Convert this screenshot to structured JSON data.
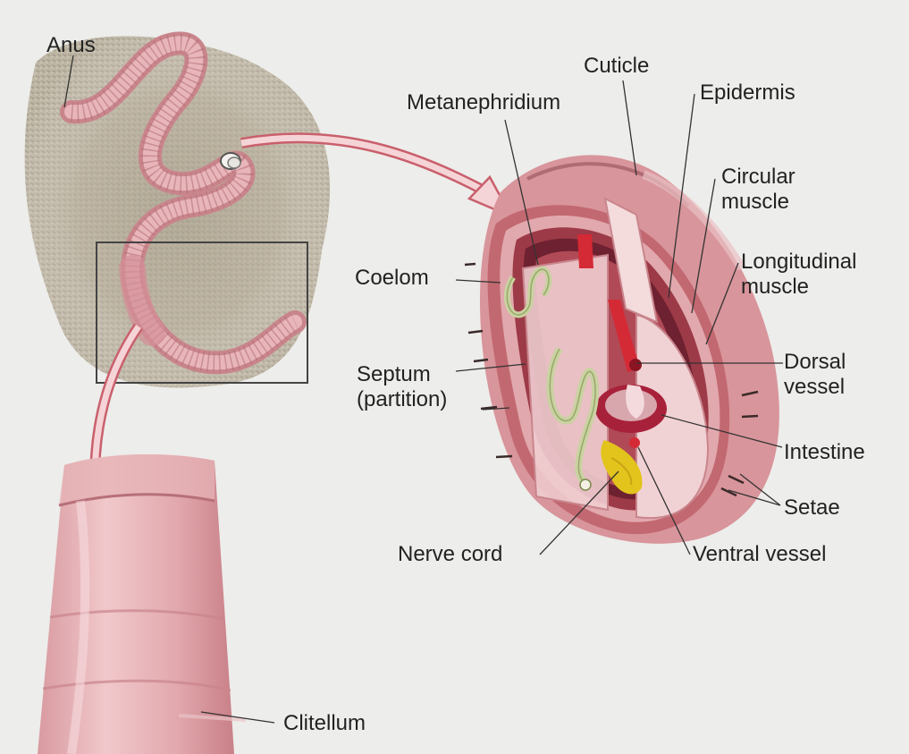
{
  "labels": {
    "anus": "Anus",
    "cuticle": "Cuticle",
    "metanephridium": "Metanephridium",
    "epidermis": "Epidermis",
    "circular_muscle": "Circular\nmuscle",
    "longitudinal_muscle": "Longitudinal\nmuscle",
    "coelom": "Coelom",
    "dorsal_vessel": "Dorsal\nvessel",
    "septum": "Septum\n(partition)",
    "intestine": "Intestine",
    "setae": "Setae",
    "nerve_cord": "Nerve cord",
    "ventral_vessel": "Ventral vessel",
    "clitellum": "Clitellum"
  },
  "colors": {
    "background": "#ededeb",
    "worm_pink": "#dfa0a4",
    "worm_dark": "#b86b73",
    "soil": "#b5ab98",
    "blood_vessel": "#d42a36",
    "intestine": "#a8213a",
    "nephridium": "#c9d2a0",
    "nerve_cord": "#e2c41c",
    "label_text": "#222222"
  }
}
